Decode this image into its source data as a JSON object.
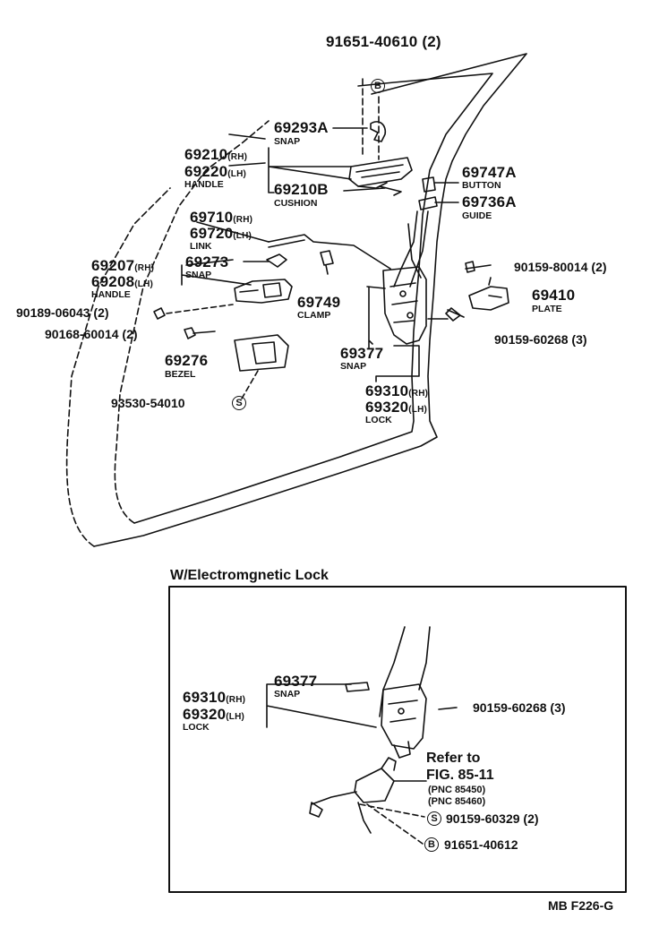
{
  "parts": {
    "p91651_40610": "91651-40610 (2)",
    "p69293a": "69293A",
    "snap1": "SNAP",
    "p69210": "69210",
    "p69220": "69220",
    "handle1": "HANDLE",
    "p69210b": "69210B",
    "cushion": "CUSHION",
    "p69747a": "69747A",
    "button": "BUTTON",
    "p69736a": "69736A",
    "guide": "GUIDE",
    "p69710": "69710",
    "p69720": "69720",
    "link": "LINK",
    "p69207": "69207",
    "p69208": "69208",
    "handle2": "HANDLE",
    "p69273": "69273",
    "snap2": "SNAP",
    "p90159_80014": "90159-80014 (2)",
    "p69410": "69410",
    "plate": "PLATE",
    "p90189_06043": "90189-06043 (2)",
    "p69749": "69749",
    "clamp": "CLAMP",
    "p90168_60014": "90168-60014 (2)",
    "p90159_60268": "90159-60268 (3)",
    "p69377": "69377",
    "snap3": "SNAP",
    "p69276": "69276",
    "bezel": "BEZEL",
    "p69310": "69310",
    "p69320": "69320",
    "lock": "LOCK",
    "p93530_54010": "93530-54010",
    "rh": "(RH)",
    "lh": "(LH)",
    "s_symbol": "S",
    "b_symbol": "B"
  },
  "inset": {
    "title": "W/Electromgnetic Lock",
    "p69377": "69377",
    "snap": "SNAP",
    "p69310": "69310",
    "p69320": "69320",
    "lock": "LOCK",
    "p90159_60268": "90159-60268 (3)",
    "refer_to": "Refer to",
    "fig": "FIG. 85-11",
    "pnc1": "(PNC 85450)",
    "pnc2": "(PNC 85460)",
    "p90159_60329": "90159-60329 (2)",
    "p91651_40612": "91651-40612"
  },
  "figure_code": "MB F226-G"
}
